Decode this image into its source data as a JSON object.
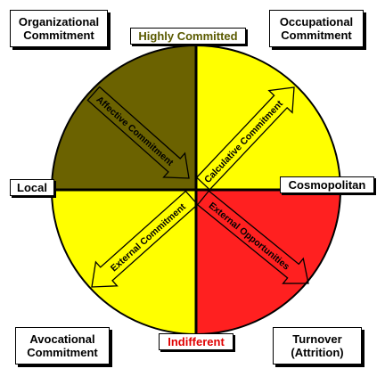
{
  "corners": {
    "top_left": {
      "line1": "Organizational",
      "line2": "Commitment"
    },
    "top_right": {
      "line1": "Occupational",
      "line2": "Commitment"
    },
    "bottom_left": {
      "line1": "Avocational",
      "line2": "Commitment"
    },
    "bottom_right": {
      "line1": "Turnover",
      "line2": "(Attrition)"
    }
  },
  "axes": {
    "top": "Highly Committed",
    "bottom": "Indifferent",
    "left": "Local",
    "right": "Cosmopolitan"
  },
  "arrows": {
    "affective": "Affective Commitment",
    "calculative": "Calculative Commitment",
    "external_commitment": "External Commitment",
    "external_opportunities": "External Opportunities"
  },
  "colors": {
    "top_left_quadrant": "#6b6200",
    "top_right_quadrant": "#ffff00",
    "bottom_left_quadrant": "#ffff00",
    "bottom_right_quadrant": "#ff2020",
    "highly_committed_text": "#5a5a00",
    "indifferent_text": "#e00000"
  }
}
